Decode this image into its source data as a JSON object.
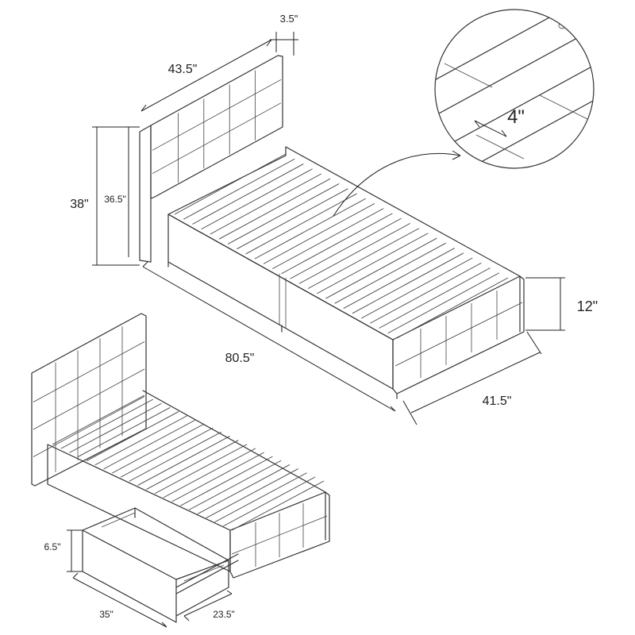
{
  "image": {
    "kind": "dimension diagram",
    "colors": {
      "line": "#333333",
      "background": "#ffffff"
    }
  },
  "dimensions": {
    "headboard_width": "43.5\"",
    "headboard_depth": "3.5\"",
    "total_height": "38\"",
    "headboard_height": "36.5\"",
    "bed_length": "80.5\"",
    "bed_width": "41.5\"",
    "frame_height": "12\"",
    "slat_gap": "4\"",
    "drawer_height": "6.5\"",
    "drawer_length": "35\"",
    "drawer_depth": "23.5\""
  }
}
